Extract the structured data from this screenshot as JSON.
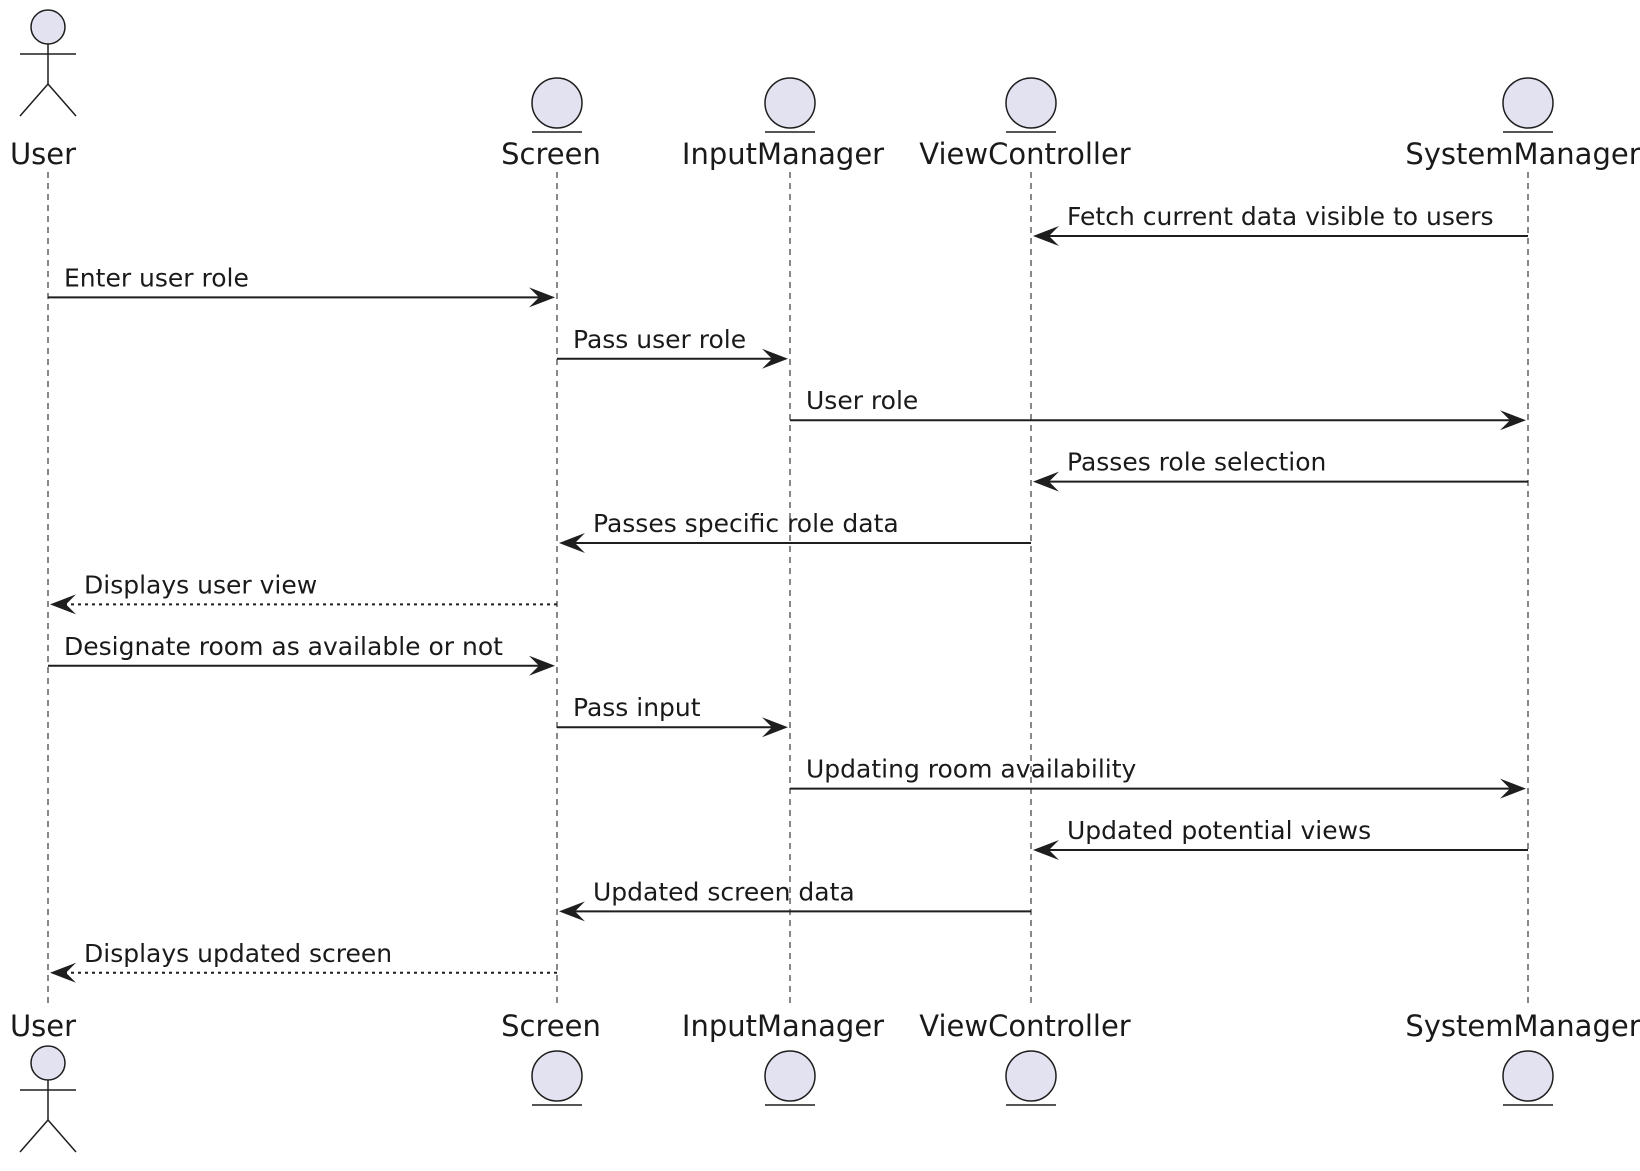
{
  "participants": [
    {
      "id": "user",
      "label": "User",
      "kind": "actor"
    },
    {
      "id": "screen",
      "label": "Screen",
      "kind": "entity"
    },
    {
      "id": "input-manager",
      "label": "InputManager",
      "kind": "entity"
    },
    {
      "id": "view-controller",
      "label": "ViewController",
      "kind": "entity"
    },
    {
      "id": "system-manager",
      "label": "SystemManager",
      "kind": "entity"
    }
  ],
  "messages": [
    {
      "from": "system-manager",
      "to": "view-controller",
      "label": "Fetch current data visible to users",
      "style": "solid"
    },
    {
      "from": "user",
      "to": "screen",
      "label": "Enter user role",
      "style": "solid"
    },
    {
      "from": "screen",
      "to": "input-manager",
      "label": "Pass user role",
      "style": "solid"
    },
    {
      "from": "input-manager",
      "to": "system-manager",
      "label": "User role",
      "style": "solid"
    },
    {
      "from": "system-manager",
      "to": "view-controller",
      "label": "Passes role selection",
      "style": "solid"
    },
    {
      "from": "view-controller",
      "to": "screen",
      "label": "Passes specific role data",
      "style": "solid"
    },
    {
      "from": "screen",
      "to": "user",
      "label": "Displays user view",
      "style": "dashed"
    },
    {
      "from": "user",
      "to": "screen",
      "label": "Designate room as available or not",
      "style": "solid"
    },
    {
      "from": "screen",
      "to": "input-manager",
      "label": "Pass input",
      "style": "solid"
    },
    {
      "from": "input-manager",
      "to": "system-manager",
      "label": "Updating room availability",
      "style": "solid"
    },
    {
      "from": "system-manager",
      "to": "view-controller",
      "label": "Updated potential views",
      "style": "solid"
    },
    {
      "from": "view-controller",
      "to": "screen",
      "label": "Updated screen data",
      "style": "solid"
    },
    {
      "from": "screen",
      "to": "user",
      "label": "Displays updated screen",
      "style": "dashed"
    }
  ]
}
